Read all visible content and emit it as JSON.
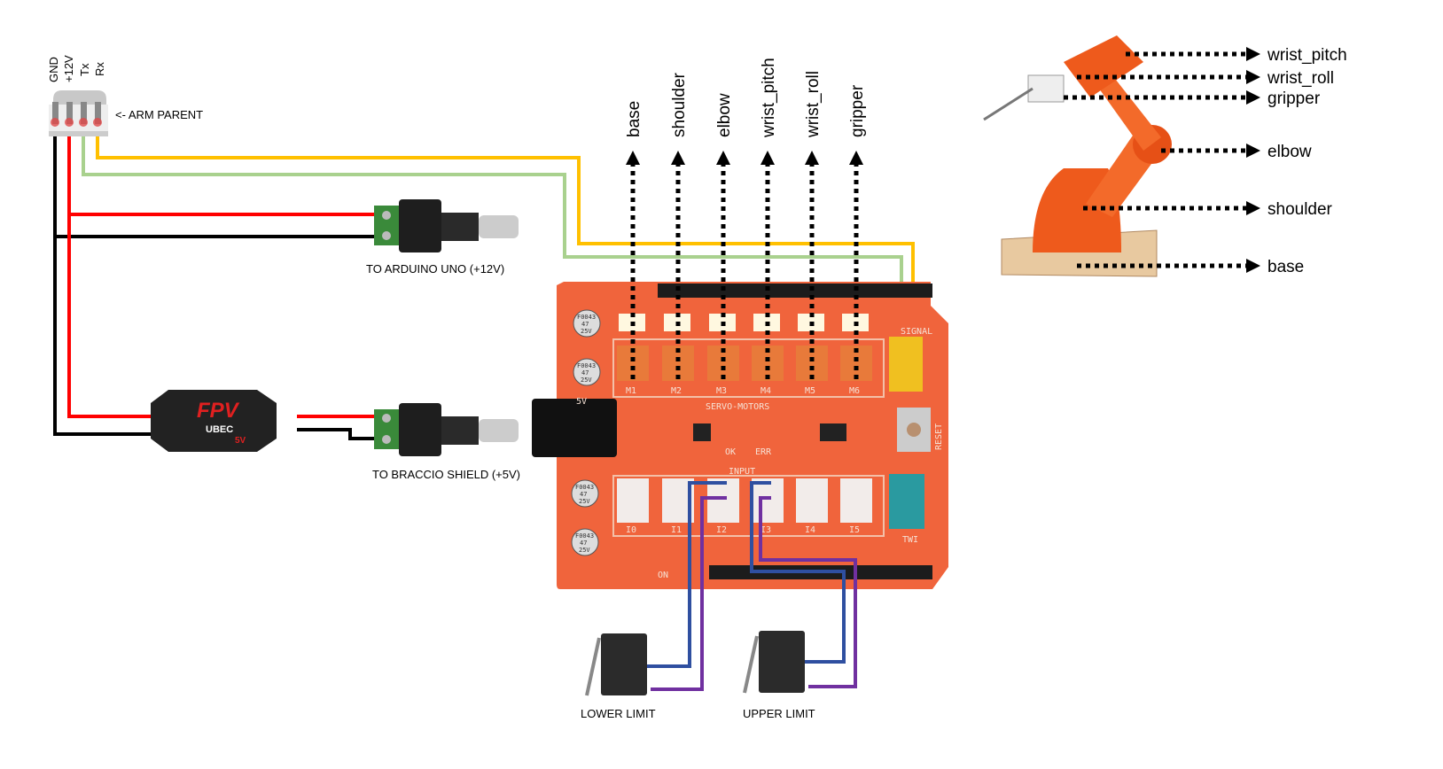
{
  "connector": {
    "pins": [
      "GND",
      "+12V",
      "Tx",
      "Rx"
    ],
    "label": "<- ARM PARENT"
  },
  "power": {
    "arduino_label": "TO ARDUINO UNO (+12V)",
    "shield_label": "TO BRACCIO SHIELD (+5V)",
    "ubec": {
      "brand": "FPV",
      "model": "UBEC",
      "voltage": "5V"
    }
  },
  "servos": [
    "base",
    "shoulder",
    "elbow",
    "wrist_pitch",
    "wrist_roll",
    "gripper"
  ],
  "arm_joints": [
    "wrist_pitch",
    "wrist_roll",
    "gripper",
    "elbow",
    "shoulder",
    "base"
  ],
  "board": {
    "servo_ports": [
      "M1",
      "M2",
      "M3",
      "M4",
      "M5",
      "M6"
    ],
    "input_ports": [
      "I0",
      "I1",
      "I2",
      "I3",
      "I4",
      "I5"
    ],
    "servo_header": "SERVO-MOTORS",
    "input_header": "INPUT",
    "signal": "SIGNAL",
    "twi": "TWI",
    "reset": "RESET",
    "ok": "OK",
    "err": "ERR",
    "v5": "5V",
    "on": "ON",
    "cap": [
      "F0043",
      "47",
      "25V"
    ]
  },
  "switches": {
    "lower": "LOWER LIMIT",
    "upper": "UPPER LIMIT"
  },
  "colors": {
    "gnd": "#000000",
    "v12": "#ff0000",
    "tx": "#a9d18e",
    "rx": "#ffc000",
    "limit_a": "#2f4fa0",
    "limit_b": "#7030a0",
    "pcb": "#f0643c"
  }
}
